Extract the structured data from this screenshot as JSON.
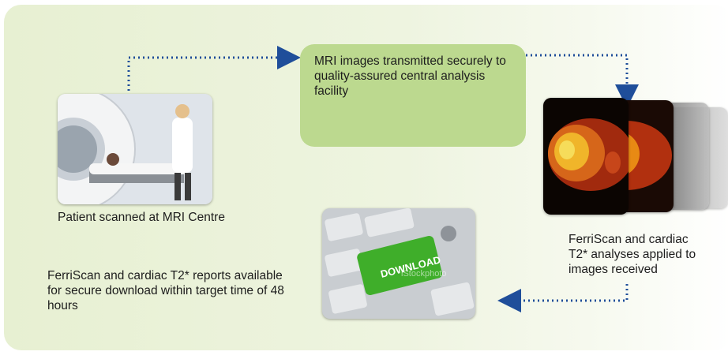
{
  "steps": {
    "scan": {
      "caption": "Patient scanned at MRI Centre",
      "image": "mri-scanner-photo"
    },
    "transmit": {
      "text": "MRI images transmitted securely to quality-assured central analysis facility"
    },
    "analysis": {
      "caption": "FerriScan and cardiac T2* analyses applied to images received",
      "image": "liver-scan-images"
    },
    "report": {
      "caption": "FerriScan and cardiac T2* reports available for secure download within target time of 48 hours",
      "image": "download-key-photo"
    }
  },
  "download_key_label": "DOWNLOAD",
  "watermark": "iStockphoto",
  "colors": {
    "panel": "#e7f0d2",
    "green_box": "#bcd98f",
    "arrow": "#1f4e9a",
    "download_key": "#3fae2a"
  }
}
